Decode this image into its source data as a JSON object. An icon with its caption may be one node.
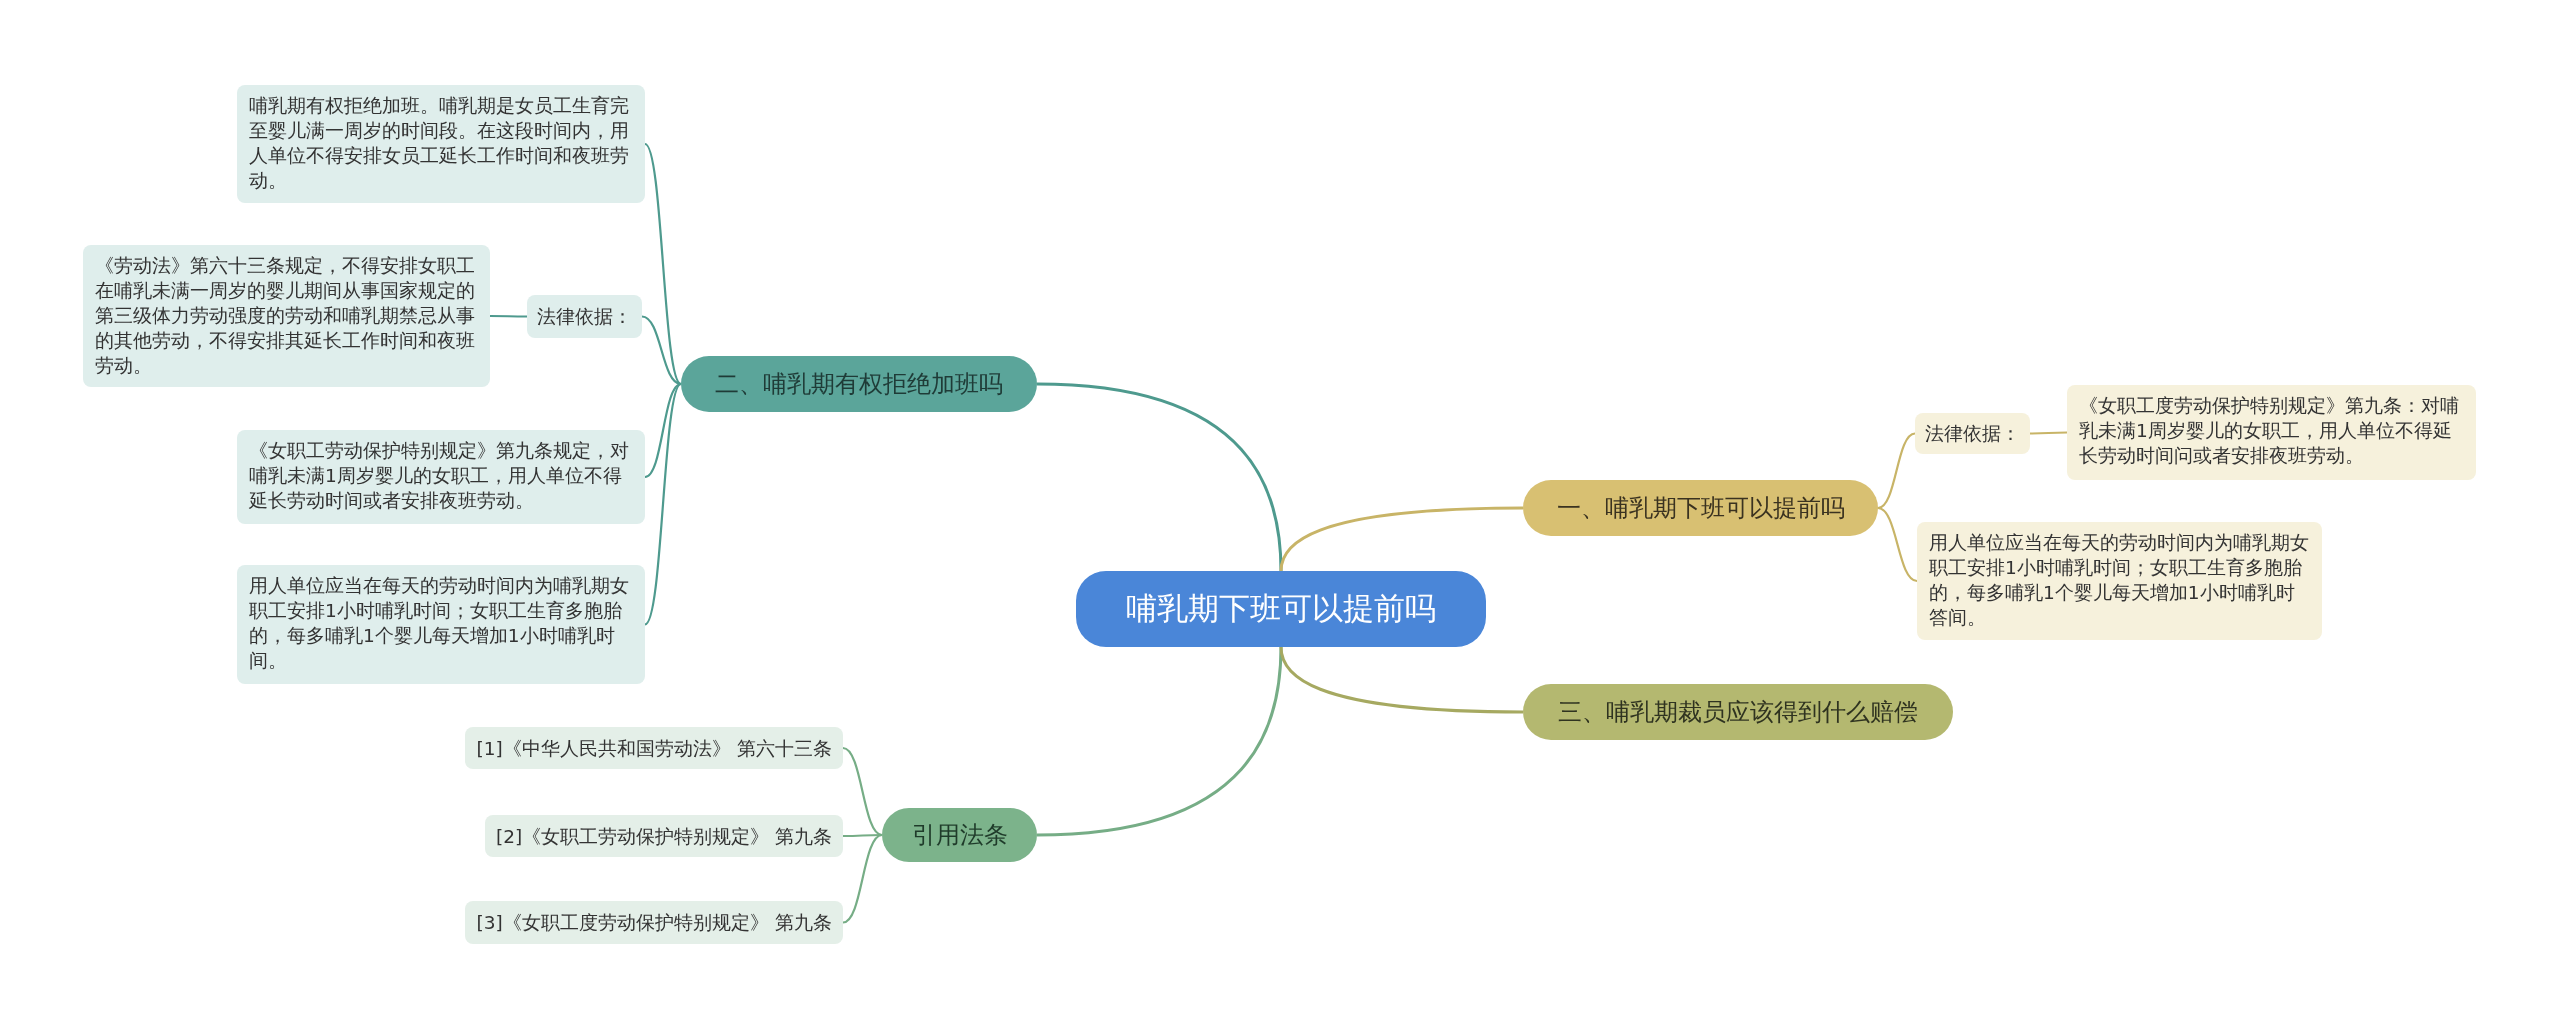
{
  "diagram": {
    "nodes": [
      {
        "text": [
          "哺乳期下班可以提前吗"
        ]
      },
      {
        "text": [
          "二、哺乳期有权拒绝加班吗"
        ]
      },
      {
        "text": [
          "哺乳期有权拒绝加班。哺乳期是女员工生育完至婴儿满一周岁的时间段。在这段时间内，用人单位不得安排女员工延长工作时间和夜班劳动。"
        ]
      },
      {
        "text": [
          "法律依据："
        ]
      },
      {
        "text": [
          "《劳动法》第六十三条规定，不得安排女职工在哺乳未满一周岁的婴儿期间从事国家规定的第三级体力劳动强度的劳动和哺乳期禁忌从事的其他劳动，不得安排其延长工作时间和夜班劳动。"
        ]
      },
      {
        "text": [
          "《女职工劳动保护特别规定》第九条规定，对哺乳未满1周岁婴儿的女职工，用人单位不得延长劳动时间或者安排夜班劳动。"
        ]
      },
      {
        "text": [
          "用人单位应当在每天的劳动时间内为哺乳期女职工安排1小时哺乳时间；女职工生育多胞胎的，每多哺乳1个婴儿每天增加1小时哺乳时间。"
        ]
      },
      {
        "text": [
          "引用法条"
        ]
      },
      {
        "text": [
          "[1]《中华人民共和国劳动法》 第六十三条"
        ]
      },
      {
        "text": [
          "[2]《女职工劳动保护特别规定》 第九条"
        ]
      },
      {
        "text": [
          "[3]《女职工度劳动保护特别规定》 第九条"
        ]
      },
      {
        "text": [
          "一、哺乳期下班可以提前吗"
        ]
      },
      {
        "text": [
          "法律依据："
        ]
      },
      {
        "text": [
          "《女职工度劳动保护特别规定》第九条：对哺乳未满1周岁婴儿的女职工，用人单位不得延长劳动时间问或者安排夜班劳动。"
        ]
      },
      {
        "text": [
          "用人单位应当在每天的劳动时间内为哺乳期女职工安排1小时哺乳时间；女职工生育多胞胎的，每多哺乳1个婴儿每天增加1小时哺乳时答间。"
        ]
      },
      {
        "text": [
          "三、哺乳期裁员应该得到什么赔偿"
        ]
      }
    ],
    "edges": [
      {
        "from": 0,
        "to": 1,
        "arrow": "none"
      },
      {
        "from": 1,
        "to": 2,
        "arrow": "none"
      },
      {
        "from": 1,
        "to": 3,
        "arrow": "none"
      },
      {
        "from": 3,
        "to": 4,
        "arrow": "none"
      },
      {
        "from": 1,
        "to": 5,
        "arrow": "none"
      },
      {
        "from": 1,
        "to": 6,
        "arrow": "none"
      },
      {
        "from": 0,
        "to": 7,
        "arrow": "none",
        "color": "#76ad86"
      },
      {
        "from": 7,
        "to": 8,
        "arrow": "none",
        "color": "#76ad86"
      },
      {
        "from": 7,
        "to": 9,
        "arrow": "none",
        "color": "#76ad86"
      },
      {
        "from": 7,
        "to": 10,
        "arrow": "none",
        "color": "#76ad86"
      },
      {
        "from": 0,
        "to": 11,
        "arrow": "none",
        "color": "#c8b467"
      },
      {
        "from": 11,
        "to": 12,
        "arrow": "none",
        "color": "#c8b467"
      },
      {
        "from": 12,
        "to": 13,
        "arrow": "none",
        "color": "#c8b467"
      },
      {
        "from": 11,
        "to": 14,
        "arrow": "none",
        "color": "#c8b467"
      },
      {
        "from": 0,
        "to": 15,
        "arrow": "none",
        "color": "#a6a961"
      }
    ]
  }
}
